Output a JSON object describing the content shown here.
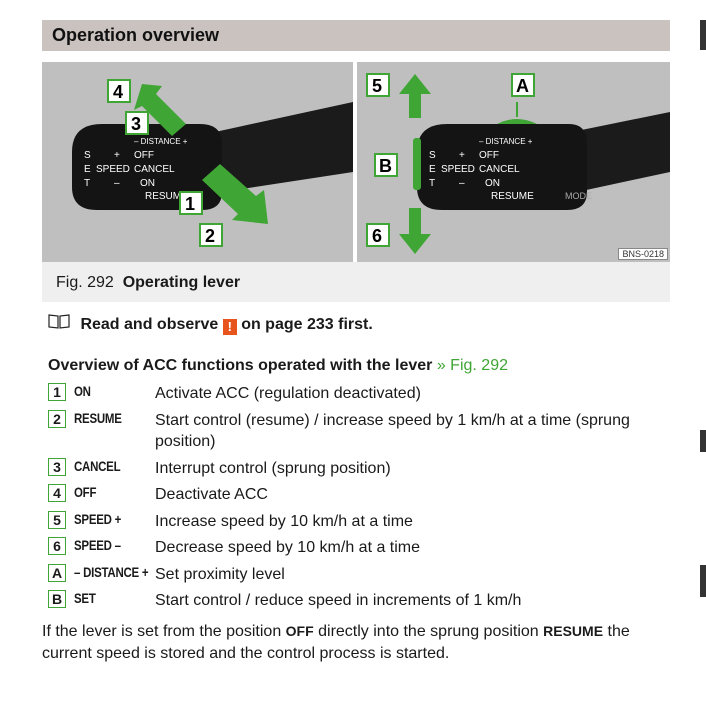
{
  "header": {
    "title": "Operation overview"
  },
  "figure": {
    "code": "BNS-0218",
    "caption_num": "Fig. 292",
    "caption_title": "Operating lever",
    "lever_text": {
      "distance": "– DISTANCE +",
      "s": "S",
      "e": "E",
      "t": "T",
      "speed": "SPEED",
      "plus": "+",
      "minus": "–",
      "off": "OFF",
      "cancel": "CANCEL",
      "on": "ON",
      "resume": "RESUME",
      "resume_cut": "RESUM",
      "mode": "MODE"
    },
    "callouts": {
      "n1": "1",
      "n2": "2",
      "n3": "3",
      "n4": "4",
      "n5": "5",
      "n6": "6",
      "a": "A",
      "b": "B"
    }
  },
  "notice": {
    "text": "Read and observe",
    "icon": "!",
    "tail": "on page 233 first."
  },
  "overview": {
    "title": "Overview of ACC functions operated with the lever",
    "ref": "» Fig. 292",
    "rows": [
      {
        "key": "1",
        "abbr": "ON",
        "desc": "Activate ACC (regulation deactivated)"
      },
      {
        "key": "2",
        "abbr": "RESUME",
        "desc": "Start control (resume) / increase speed by 1 km/h at a time (sprung position)"
      },
      {
        "key": "3",
        "abbr": "CANCEL",
        "desc": "Interrupt control (sprung position)"
      },
      {
        "key": "4",
        "abbr": "OFF",
        "desc": "Deactivate ACC"
      },
      {
        "key": "5",
        "abbr": "SPEED +",
        "desc": "Increase speed by 10 km/h at a time"
      },
      {
        "key": "6",
        "abbr": "SPEED –",
        "desc": "Decrease speed by 10 km/h at a time"
      },
      {
        "key": "A",
        "abbr": "– DISTANCE +",
        "desc": "Set proximity level"
      },
      {
        "key": "B",
        "abbr": "SET",
        "desc": "Start control / reduce speed in increments of 1 km/h"
      }
    ]
  },
  "footer": {
    "t1": "If the lever is set from the position ",
    "b1": "OFF",
    "t2": " directly into the sprung position ",
    "b2": "RESUME",
    "t3": " the current speed is stored and the control process is started."
  },
  "colors": {
    "green": "#3fa535",
    "header_bg": "#c9c2bf",
    "figure_bg": "#bfbfbf",
    "warning": "#e8541e"
  }
}
